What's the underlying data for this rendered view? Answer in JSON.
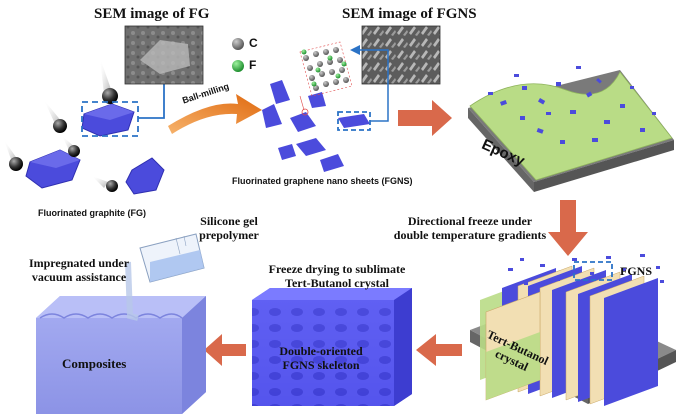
{
  "labels": {
    "sem_fg": "SEM image of FG",
    "sem_fgns": "SEM image of FGNS",
    "legend_c": "C",
    "legend_f": "F",
    "ball_milling": "Ball-milling",
    "fg": "Fluorinated graphite (FG)",
    "fgns_full": "Fluorinated graphene nano sheets (FGNS)",
    "epoxy": "Epoxy",
    "directional_1": "Directional freeze under",
    "directional_2": "double temperature gradients",
    "fgns_tag": "FGNS",
    "silicone_1": "Silicone gel",
    "silicone_2": "prepolymer",
    "impregnated_1": "Impregnated under",
    "impregnated_2": "vacuum assistance",
    "freeze_1": "Freeze drying to sublimate",
    "freeze_2": "Tert-Butanol crystal",
    "composites": "Composites",
    "skeleton_1": "Double-oriented",
    "skeleton_2": "FGNS skeleton",
    "tba_1": "Tert-Butanol",
    "tba_2": "crystal"
  },
  "colors": {
    "flake": "#4b4bdc",
    "arrow": "#d9694b",
    "orange_arrow": "#ee7a1f",
    "epoxy": "#b9dc86",
    "callout": "#2b73c6",
    "composite": "#9fa6ee",
    "skeleton": "#5a5af0"
  }
}
